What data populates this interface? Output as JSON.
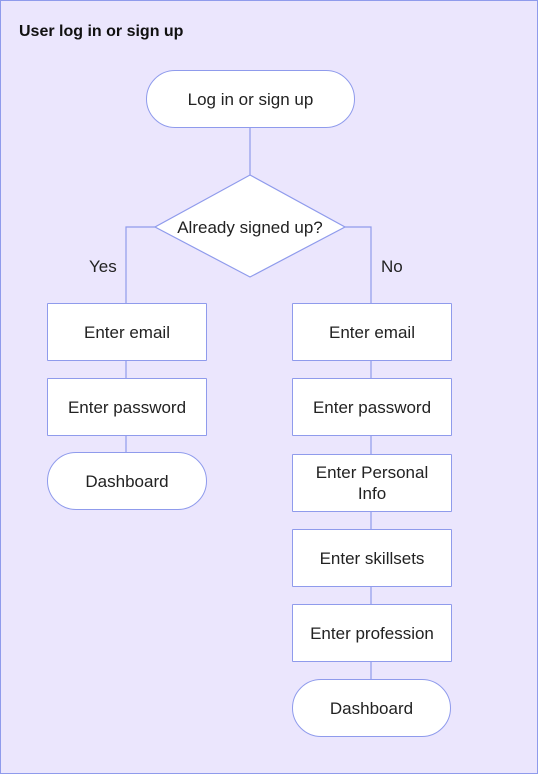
{
  "title": "User log in or sign up",
  "start": "Log in or sign up",
  "decision": "Already signed up?",
  "yes_label": "Yes",
  "no_label": "No",
  "yes_branch": [
    "Enter email",
    "Enter password"
  ],
  "yes_end": "Dashboard",
  "no_branch": [
    "Enter email",
    "Enter password",
    "Enter Personal Info",
    "Enter skillsets",
    "Enter profession"
  ],
  "no_end": "Dashboard",
  "colors": {
    "background": "#ebe6fd",
    "border": "#8f9bec",
    "node_fill": "#ffffff"
  }
}
